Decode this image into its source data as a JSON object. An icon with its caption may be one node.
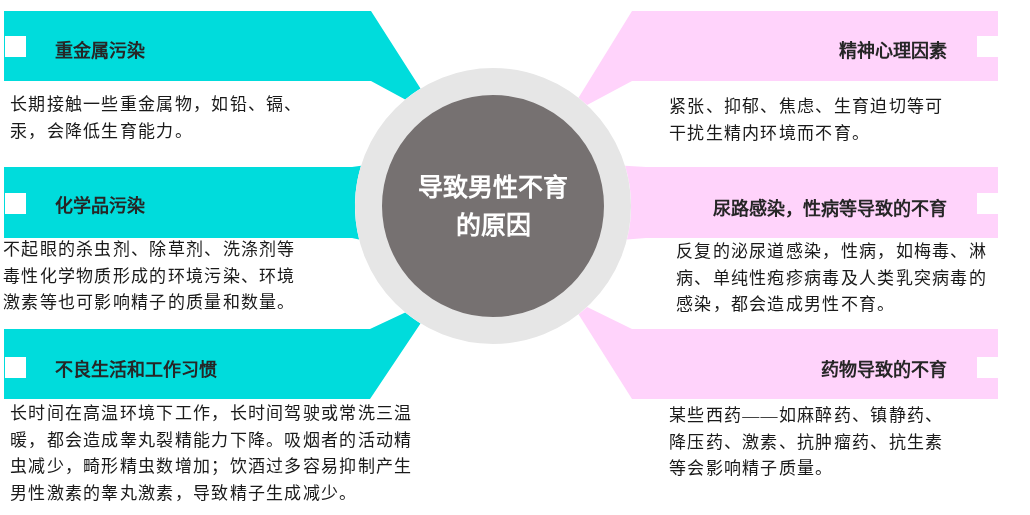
{
  "diagram": {
    "nodes": [
      {
        "text": [
          "导致男性不育的原因"
        ]
      },
      {
        "text": [
          "重金属污染"
        ],
        "beside": [
          "长期接触一些重金属物，如铅、镉、汞，会降低生育能力。"
        ]
      },
      {
        "text": [
          "化学品污染"
        ],
        "beside": [
          "不起眼的杀虫剂、除草剂、洗涤剂等毒性化学物质形成的环境污染、环境激素等也可影响精子的质量和数量。"
        ]
      },
      {
        "text": [
          "不良生活和工作习惯"
        ],
        "beside": [
          "长时间在高温环境下工作，长时间驾驶或常洗三温暖，都会造成睾丸裂精能力下降。吸烟者的活动精虫减少，畸形精虫数增加；饮酒过多容易抑制产生男性激素的睾丸激素，导致精子生成减少。"
        ]
      },
      {
        "text": [
          "精神心理因素"
        ],
        "beside": [
          "紧张、抑郁、焦虑、生育迫切等可干扰生精内环境而不育。"
        ]
      },
      {
        "text": [
          "尿路感染，性病等导致的不育"
        ],
        "beside": [
          "反复的泌尿道感染，性病，如梅毒、淋病、单纯性疱疹病毒及人类乳突病毒的感染，都会造成男性不育。"
        ]
      },
      {
        "text": [
          "药物导致的不育"
        ],
        "beside": [
          "某些西药——如麻醉药、镇静药、降压药、激素、抗肿瘤药、抗生素等会影响精子质量。"
        ]
      }
    ],
    "edges": [
      {
        "from": 0,
        "to": 1,
        "arrow": "none",
        "color": "#00dcdc"
      },
      {
        "from": 0,
        "to": 2,
        "arrow": "none",
        "color": "#00dcdc"
      },
      {
        "from": 0,
        "to": 3,
        "arrow": "none",
        "color": "#00dcdc"
      },
      {
        "from": 0,
        "to": 4,
        "arrow": "none",
        "color": "#ffd3fb"
      },
      {
        "from": 0,
        "to": 5,
        "arrow": "none",
        "color": "#ffd3fb"
      },
      {
        "from": 0,
        "to": 6,
        "arrow": "none",
        "color": "#ffd3fb"
      }
    ]
  }
}
